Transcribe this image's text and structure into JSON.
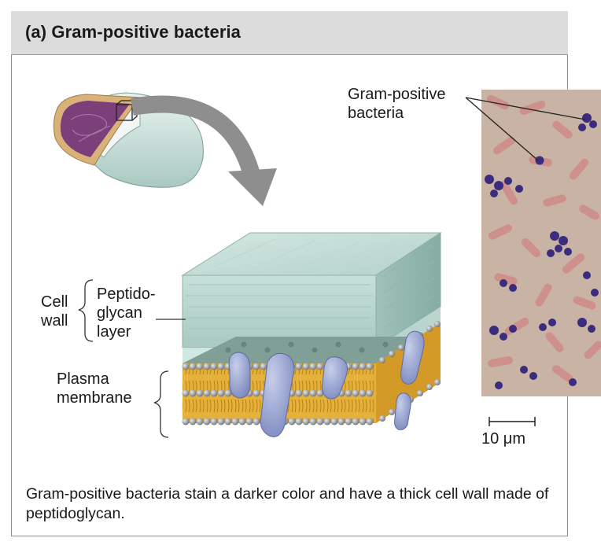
{
  "panel": {
    "title": "(a) Gram-positive bacteria"
  },
  "labels": {
    "micrograph_label_line1": "Gram-positive",
    "micrograph_label_line2": "bacteria",
    "cell_wall_line1": "Cell",
    "cell_wall_line2": "wall",
    "peptido_line1": "Peptido-",
    "peptido_line2": "glycan",
    "peptido_line3": "layer",
    "plasma_line1": "Plasma",
    "plasma_line2": "membrane",
    "scale_bar": "10 μm"
  },
  "caption": "Gram-positive bacteria stain a darker color and have a thick cell wall made of peptidoglycan.",
  "colors": {
    "header_bg": "#dcdcdc",
    "cell_wall": "#bcd8d0",
    "lipid_tails": "#e0aa2c",
    "proteins": "#9aa6cf",
    "cytoplasm": "#7a3a78",
    "micrograph_bg": "#c7b0a0",
    "stained_cocci": "#3a2a7a"
  },
  "icons": [
    "curved-arrow-icon",
    "brace-icon",
    "scale-bar-icon"
  ]
}
